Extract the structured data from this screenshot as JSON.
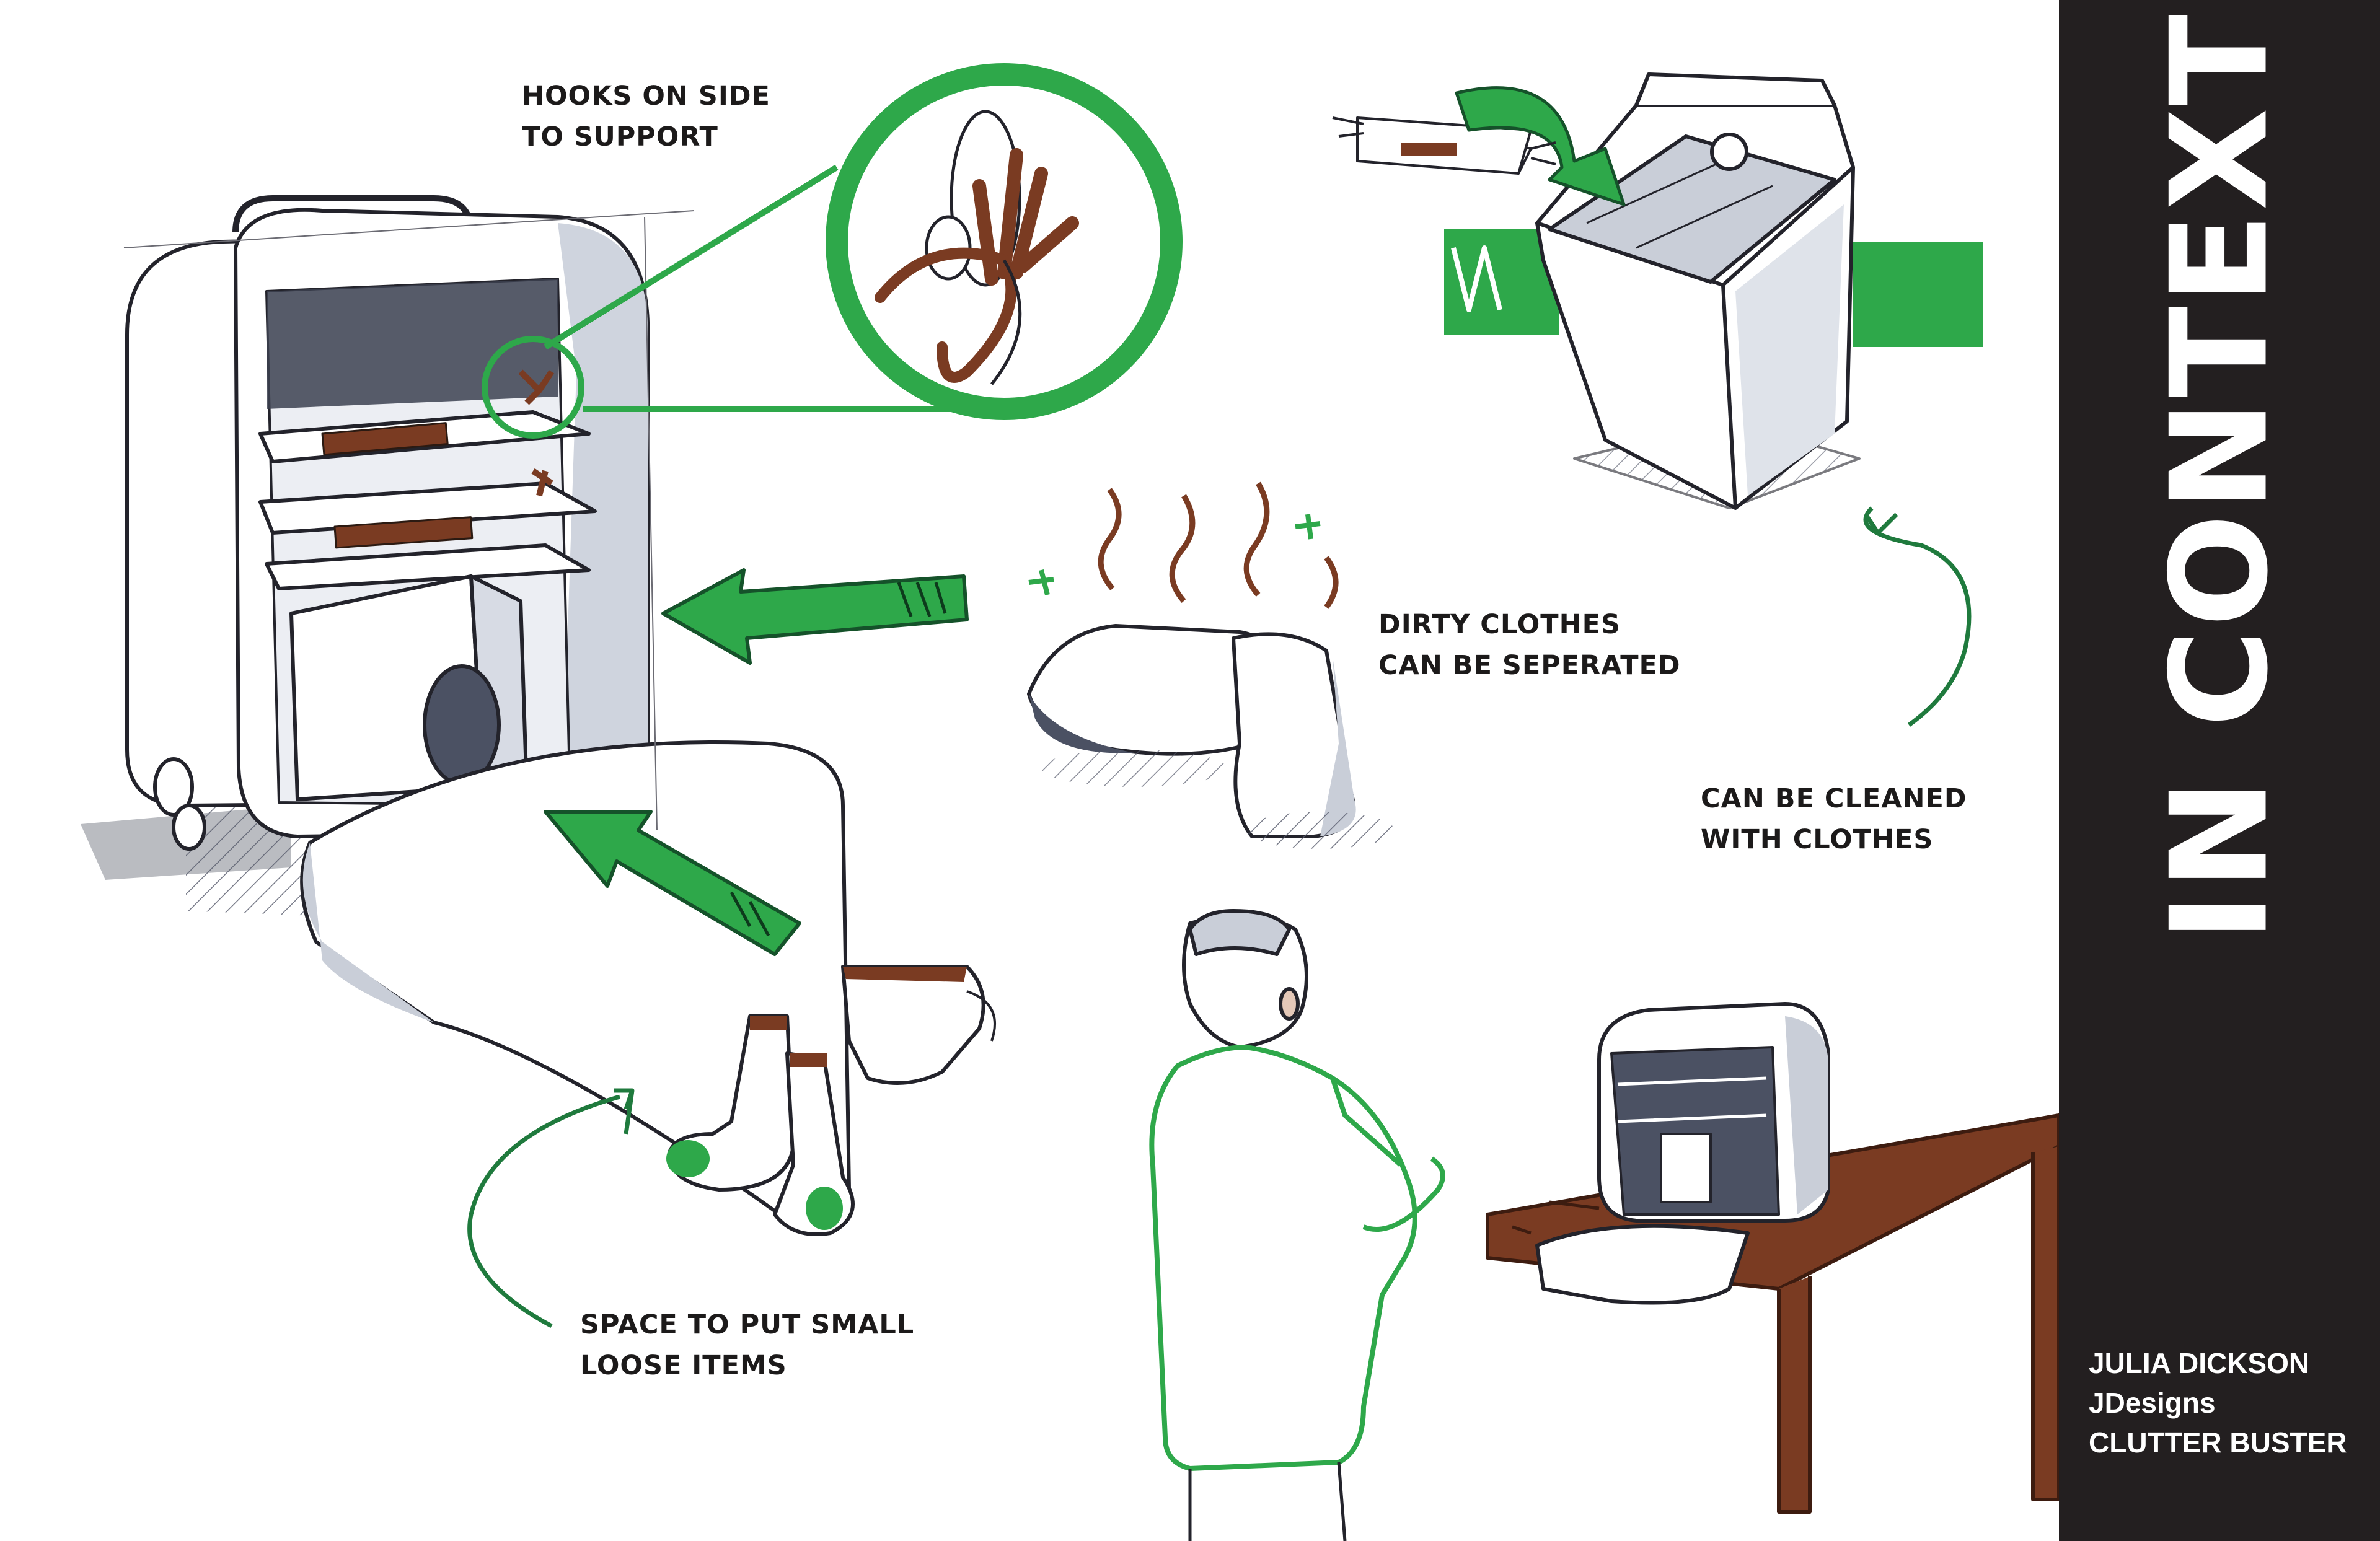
{
  "annotations": {
    "hooks": [
      "HOOKS ON SIDE",
      "TO SUPPORT"
    ],
    "dirty": [
      "DIRTY CLOTHES",
      "CAN BE SEPERATED"
    ],
    "cleaned": [
      "CAN BE CLEANED",
      "WITH CLOTHES"
    ],
    "space": [
      "SPACE TO PUT SMALL",
      "LOOSE ITEMS"
    ]
  },
  "panel_title": "IN CONTEXT",
  "credits": {
    "author": "JULIA DICKSON",
    "studio": "JDesigns",
    "product": "CLUTTER BUSTER"
  },
  "colors": {
    "sidebar": "#231f20",
    "accent_green": "#2ea84a",
    "dark_green": "#1f7a3d",
    "wood_brown": "#7a3b22",
    "ink": "#2b2b33",
    "shade": "#c9ced8"
  }
}
